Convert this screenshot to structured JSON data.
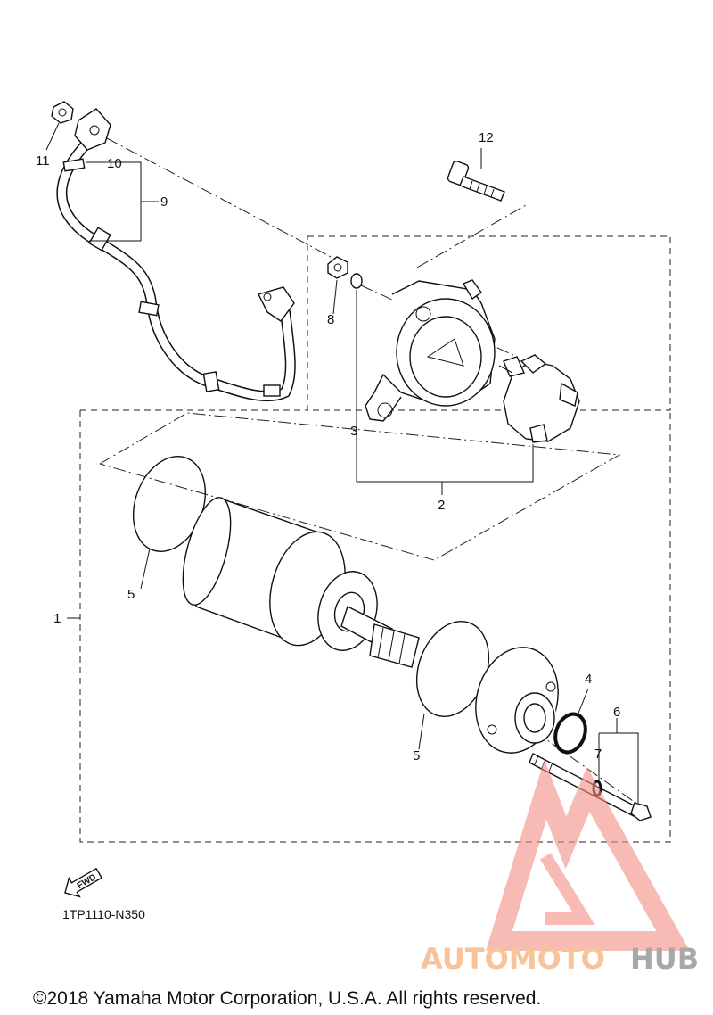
{
  "labels": {
    "p1": "1",
    "p2": "2",
    "p3": "3",
    "p4": "4",
    "p5a": "5",
    "p5b": "5",
    "p6": "6",
    "p7": "7",
    "p8": "8",
    "p9": "9",
    "p10": "10",
    "p11": "11",
    "p12": "12"
  },
  "fwd": "FWD",
  "diagram_code": "1TP1110-N350",
  "watermark": {
    "part1": "AUTOMOTO",
    "part2": "HUB",
    "color_light": "#f7b98a",
    "color_dark": "#9a9a9a",
    "triangle_color": "#f28b82"
  },
  "copyright": "©2018 Yamaha Motor Corporation, U.S.A. All rights reserved."
}
